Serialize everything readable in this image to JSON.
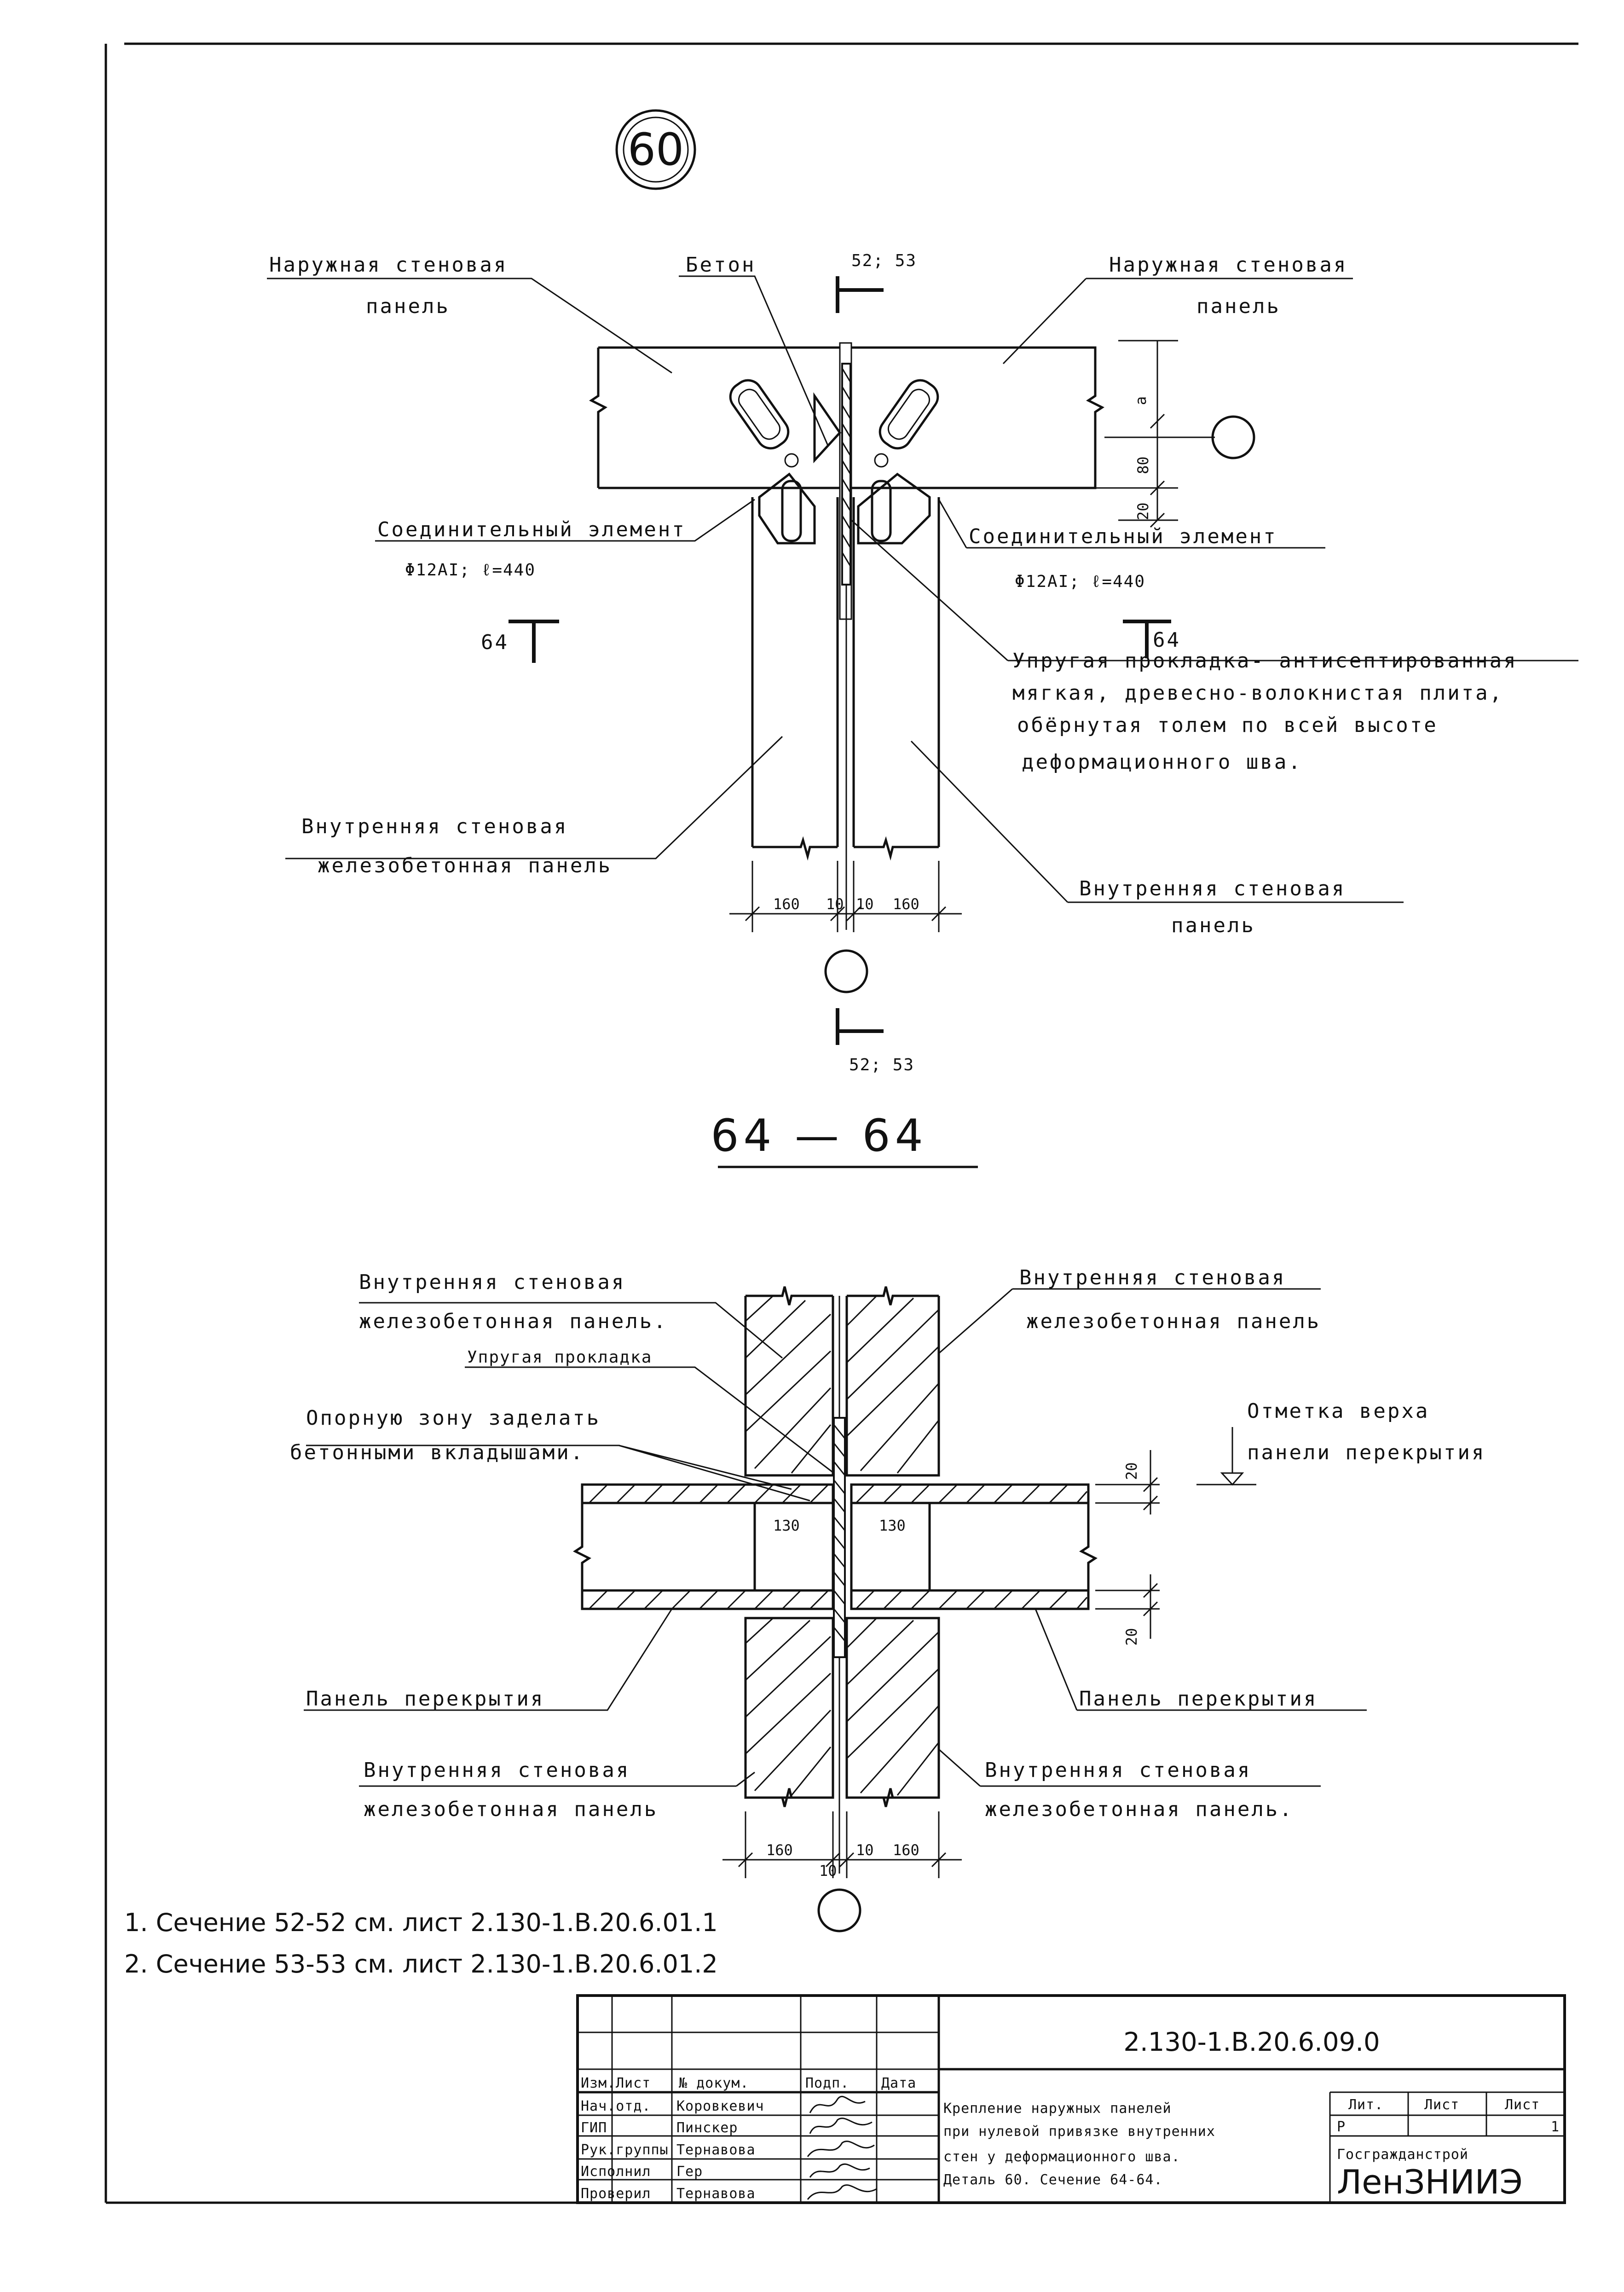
{
  "detail_number": "60",
  "top_view": {
    "outer_panel_left": [
      "Наружная стеновая",
      "панель"
    ],
    "outer_panel_right": [
      "Наружная стеновая",
      "панель"
    ],
    "concrete": "Бетон",
    "section_top": "52; 53",
    "connector_left": [
      "Соединительный элемент",
      "Φ12АI; ℓ=440"
    ],
    "connector_right": [
      "Соединительный элемент",
      "Φ12АI; ℓ=440"
    ],
    "cut_left": "64",
    "cut_right": "64",
    "gasket": [
      "Упругая прокладка- антисептированная",
      "мягкая, древесно-волокнистая плита,",
      "обёрнутая толем по всей высоте",
      "деформационного шва."
    ],
    "inner_panel_left": [
      "Внутренняя стеновая",
      "железобетонная панель"
    ],
    "inner_panel_right": [
      "Внутренняя стеновая",
      "панель"
    ],
    "dims": [
      "160",
      "10",
      "10",
      "160"
    ],
    "dim_a": "a",
    "dim_80": "80",
    "dim_20": "20",
    "section_bottom": "52; 53"
  },
  "section_title": "64 — 64",
  "bottom_view": {
    "inner_top_left": [
      "Внутренняя стеновая",
      "железобетонная панель."
    ],
    "inner_top_right": [
      "Внутренняя стеновая",
      "железобетонная панель"
    ],
    "gasket": "Упругая прокладка",
    "support_zone": [
      "Опорную зону заделать",
      "бетонными вкладышами."
    ],
    "mark_top": [
      "Отметка верха",
      "панели перекрытия"
    ],
    "dim_20_top": "20",
    "dim_20_bottom": "20",
    "dim_130_left": "130",
    "dim_130_right": "130",
    "floor_left": "Панель перекрытия",
    "floor_right": "Панель перекрытия",
    "inner_bottom_left": [
      "Внутренняя стеновая",
      "железобетонная панель"
    ],
    "inner_bottom_right": [
      "Внутренняя стеновая",
      "железобетонная панель."
    ],
    "dims": [
      "160",
      "10",
      "10",
      "160"
    ]
  },
  "notes": [
    "1. Сечение 52-52 см. лист 2.130-1.В.20.6.01.1",
    "2. Сечение 53-53 см. лист 2.130-1.В.20.6.01.2"
  ],
  "title_block": {
    "doc_code": "2.130-1.В.20.6.09.0",
    "headers": [
      "Изм.",
      "Лист",
      "№ докум.",
      "Подп.",
      "Дата"
    ],
    "rows": [
      {
        "role": "Нач.отд.",
        "name": "Коровкевич"
      },
      {
        "role": "ГИП",
        "name": "Пинскер"
      },
      {
        "role": "Рук.группы",
        "name": "Тернавова"
      },
      {
        "role": "Исполнил",
        "name": "Гер"
      },
      {
        "role": "Проверил",
        "name": "Тернавова"
      }
    ],
    "description": [
      "Крепление наружных панелей",
      "при нулевой привязке внутренних",
      "стен у деформационного шва.",
      "Деталь 60. Сечение 64-64."
    ],
    "stage_headers": [
      "Лит.",
      "Лист",
      "Лист"
    ],
    "stage_values": [
      "Р",
      "",
      "1"
    ],
    "org_line": "Госгражданстрой",
    "org_name": "ЛенЗНИИЭ"
  }
}
